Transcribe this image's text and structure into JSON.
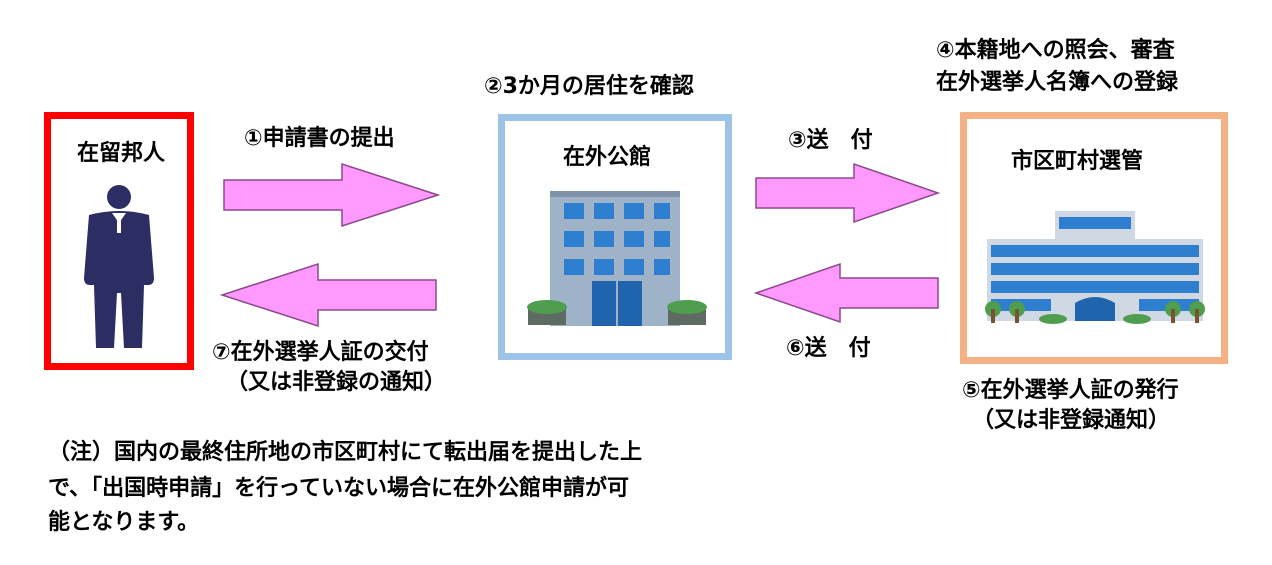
{
  "colors": {
    "resident_border": "#ff0000",
    "embassy_border": "#9dc3e6",
    "municipality_border": "#f4b183",
    "arrow_fill": "#ff99ff",
    "arrow_stroke": "#8a4a8a",
    "person_suit": "#2b2d63",
    "building_blue": "#2f7fd0"
  },
  "actors": {
    "resident": {
      "label": "在留邦人",
      "icon": "person-icon"
    },
    "embassy": {
      "label": "在外公館",
      "icon": "office-building-icon"
    },
    "municipality": {
      "label": "市区町村選管",
      "icon": "city-hall-icon"
    }
  },
  "steps": {
    "s1": "①申請書の提出",
    "s2": "②3か月の居住を確認",
    "s3": "③送　付",
    "s4_line1": "④本籍地への照会、審査",
    "s4_line2": "在外選挙人名簿への登録",
    "s5_line1": "⑤在外選挙人証の発行",
    "s5_line2": "（又は非登録通知）",
    "s6": "⑥送　付",
    "s7_line1": "⑦在外選挙人証の交付",
    "s7_line2": "（又は非登録の通知）"
  },
  "note": {
    "line1": "（注）国内の最終住所地の市区町村にて転出届を提出した上",
    "line2": "で、「出国時申請」を行っていない場合に在外公館申請が可",
    "line3": "能となります。"
  }
}
